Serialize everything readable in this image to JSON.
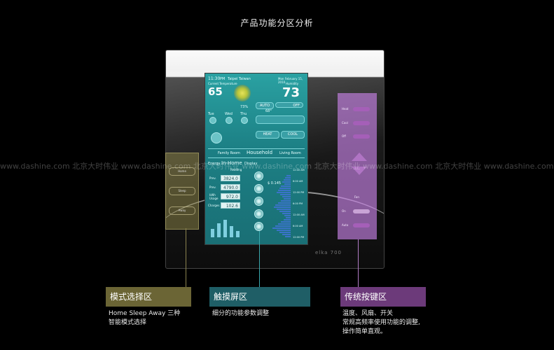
{
  "page_title": "产品功能分区分析",
  "watermark": "www.dashine.com  北京大时伟业 www.dashine.com  北京大时伟业 www.dashine.com  北京大时伟业 www.dashine.com  北京大时伟业 www.dashine.com",
  "device": {
    "brand": "elka 700",
    "screen": {
      "time": "11:30",
      "ampm": "PM",
      "city": "Taipei Taiwan",
      "date": "Mon February 15, 2010",
      "current_label": "Current Temperature",
      "outdoor_temp": "65",
      "indoor_label": "Humidity",
      "indoor_temp": "73",
      "humidity": "73%",
      "mode_auto": "AUTO",
      "mode_off": "OFF",
      "setpoint": "68°",
      "heat": "HEAT",
      "cool": "COOL",
      "day_labels": [
        "Tue",
        "Wed",
        "Thu"
      ],
      "tabs": [
        "Family Room",
        "Household",
        "Living Room"
      ],
      "energy_label": "Energy",
      "in_home": "In-Home",
      "display": "Display",
      "reading_label": "Reading",
      "readings": [
        {
          "label": "Prev.",
          "value": "3824.0"
        },
        {
          "label": "Prev.",
          "value": "4790.0"
        },
        {
          "label": "kWh Usage",
          "value": "972.0"
        },
        {
          "label": "Charges",
          "value": "102.6"
        }
      ],
      "cost_label": "$ 0.145",
      "times": [
        "12:00 AM",
        "6:00 AM",
        "12:00 PM",
        "6:00 PM",
        "12:00 AM",
        "6:00 AM",
        "12:00 PM"
      ]
    }
  },
  "left_panel": {
    "options": [
      "Home",
      "Sleep",
      "Away"
    ]
  },
  "right_panel": {
    "labels": [
      "Heat",
      "Cool",
      "Off",
      "Fan",
      "On",
      "Auto"
    ]
  },
  "callouts": [
    {
      "title": "模式选择区",
      "desc": "Home Sleep Away  三种\n智能模式选择",
      "color": "#6b6535"
    },
    {
      "title": "触摸屏区",
      "desc": "细分的功能参数调整",
      "color": "#1f5e66"
    },
    {
      "title": "传统按键区",
      "desc": "温度、风扇、开关\n常规高频率使用功能的调整,\n操作简单直观。",
      "color": "#6c3a7a"
    }
  ]
}
